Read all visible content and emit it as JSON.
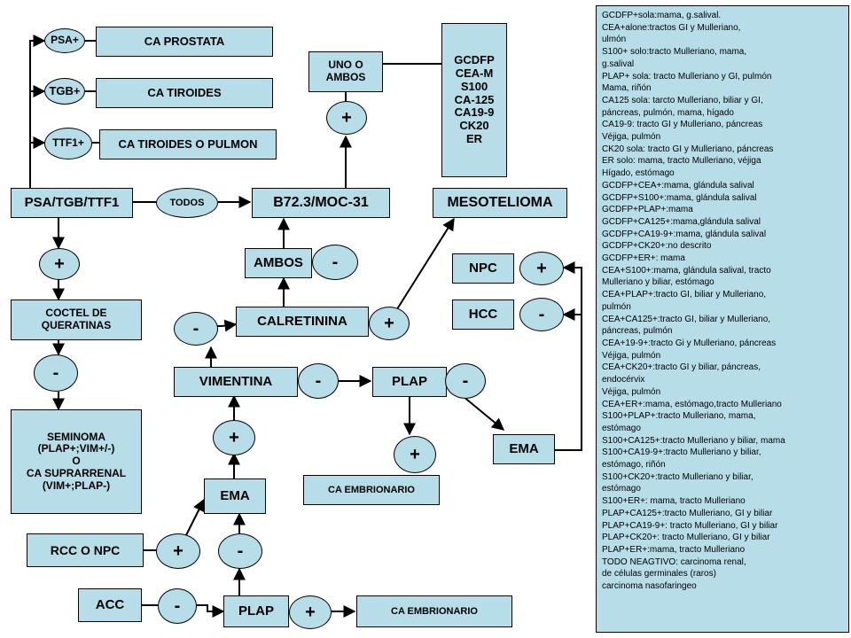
{
  "nodes": {
    "psa_pos": "PSA+",
    "ca_prostata": "CA PROSTATA",
    "tgb_pos": "TGB+",
    "ca_tiroides": "CA TIROIDES",
    "ttf1_pos": "TTF1+",
    "ca_tiroides_pulmon": "CA TIROIDES O PULMON",
    "psa_tgb_ttf1": "PSA/TGB/TTF1",
    "todos": "TODOS",
    "b72_moc31": "B72.3/MOC-31",
    "mesotelioma": "MESOTELIOMA",
    "uno_o_ambos": "UNO O\nAMBOS",
    "plus_top": "+",
    "marker_panel": "GCDFP\nCEA-M\nS100\nCA-125\nCA19-9\nCK20\nER",
    "plus_left": "+",
    "coctel": "COCTEL DE\nQUERATINAS",
    "minus_coctel": "-",
    "seminoma": "SEMINOMA\n(PLAP+;VIM+/-)\nO\nCA SUPRARRENAL\n(VIM+;PLAP-)",
    "ambos": "AMBOS",
    "minus_ambos": "-",
    "calretinina": "CALRETININA",
    "plus_calretinina": "+",
    "minus_calretinina": "-",
    "vimentina": "VIMENTINA",
    "minus_vimentina": "-",
    "plap_mid": "PLAP",
    "minus_plap_mid": "-",
    "plus_plap_mid": "+",
    "ca_embrionario_mid": "CA EMBRIONARIO",
    "ema_right": "EMA",
    "npc": "NPC",
    "plus_npc": "+",
    "hcc": "HCC",
    "minus_hcc": "-",
    "plus_vim": "+",
    "ema_mid": "EMA",
    "rcc_npc": "RCC O NPC",
    "plus_rcc": "+",
    "minus_ema": "-",
    "acc": "ACC",
    "minus_acc": "-",
    "plap_bottom": "PLAP",
    "plus_plap_bottom": "+",
    "ca_embrionario_bottom": "CA EMBRIONARIO"
  },
  "side_note": [
    "GCDFP+sola:mama, g.salival.",
    "CEA+alone:tractos GI y Mulleriano,",
    "ulmón",
    "S100+ solo:tracto Mulleriano, mama,",
    "g.salival",
    "PLAP+ sola: tracto Mulleriano y GI, pulmón",
    "Mama, riñón",
    "CA125 sola: tarcto Mulleriano, biliar y GI,",
    " páncreas, pulmón, mama, hígado",
    "CA19-9: tracto GI y Mulleriano, páncreas",
    "Véjiga, pulmón",
    "CK20 sola: tracto GI y Mulleriano, páncreas",
    "ER solo: mama, tracto Mulleriano, véjiga",
    "Hígado, estómago",
    "GCDFP+CEA+:mama, glándula salival",
    "GCDFP+S100+:mama, glándula salival",
    "GCDFP+PLAP+:mama",
    "GCDFP+CA125+:mama,glándula salival",
    "GCDFP+CA19-9+:mama, glándula salival",
    "GCDFP+CK20+:no descrito",
    "GCDFP+ER+: mama",
    "CEA+S100+:mama, glándula salival, tracto",
    "Mulleriano y biliar, estómago",
    "CEA+PLAP+:tracto GI, biliar y Mulleriano,",
    " pulmón",
    "CEA+CA125+:tracto GI, biliar y Mulleriano,",
    "páncreas, pulmón",
    "CEA+19-9+:tracto Gi y Mulleriano, páncreas",
    "Véjiga, pulmón",
    "CEA+CK20+:tracto GI y biliar, páncreas,",
    "endocérvix",
    "Véjiga, pulmón",
    "CEA+ER+:mama, estómago,tracto Mulleriano",
    " S100+PLAP+:tracto Mulleriano, mama,",
    "estómago",
    " S100+CA125+:tracto Mulleriano y biliar, mama",
    " S100+CA19-9+:tracto Mulleriano y biliar,",
    "estómago, riñón",
    " S100+CK20+:tracto Mulleriano y biliar,",
    "estómago",
    " S100+ER+: mama, tracto Mulleriano",
    "PLAP+CA125+:tracto Mulleriano, GI y biliar",
    "PLAP+CA19-9+: tracto Mulleriano, GI y biliar",
    "PLAP+CK20+: tracto Mulleriano, GI y biliar",
    "PLAP+ER+:mama, tracto Mulleriano",
    "TODO NEAGTIVO: carcinoma renal,",
    "de células  germinales (raros)",
    "carcinoma nasofaringeo"
  ]
}
